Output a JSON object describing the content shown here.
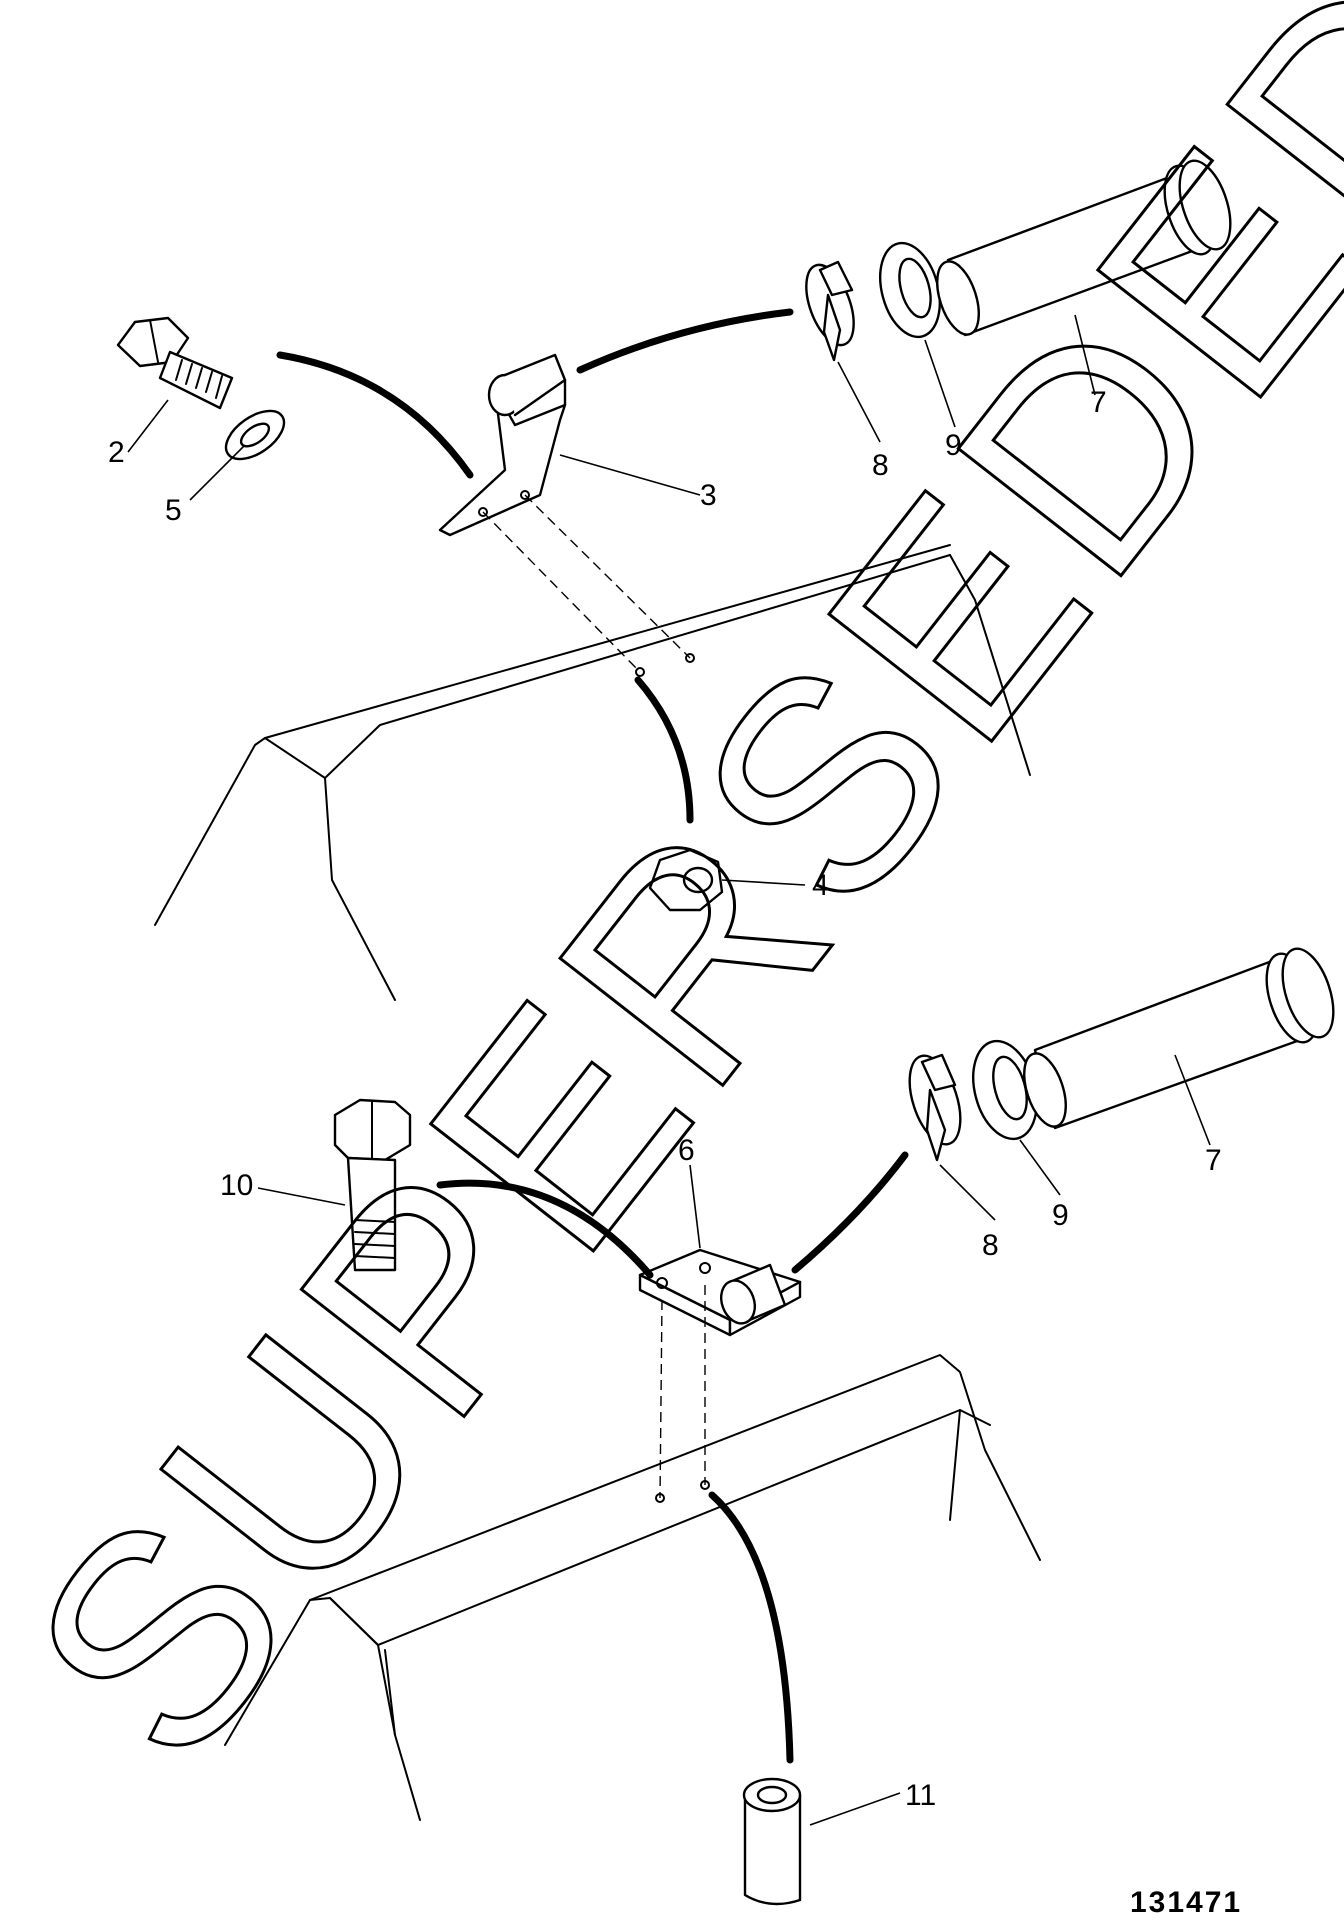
{
  "watermark": "SUPERSEDED",
  "drawing_number": "131471",
  "callouts": {
    "c2": "2",
    "c3": "3",
    "c4": "4",
    "c5": "5",
    "c6": "6",
    "c7a": "7",
    "c7b": "7",
    "c8a": "8",
    "c8b": "8",
    "c9a": "9",
    "c9b": "9",
    "c10": "10",
    "c11": "11"
  }
}
